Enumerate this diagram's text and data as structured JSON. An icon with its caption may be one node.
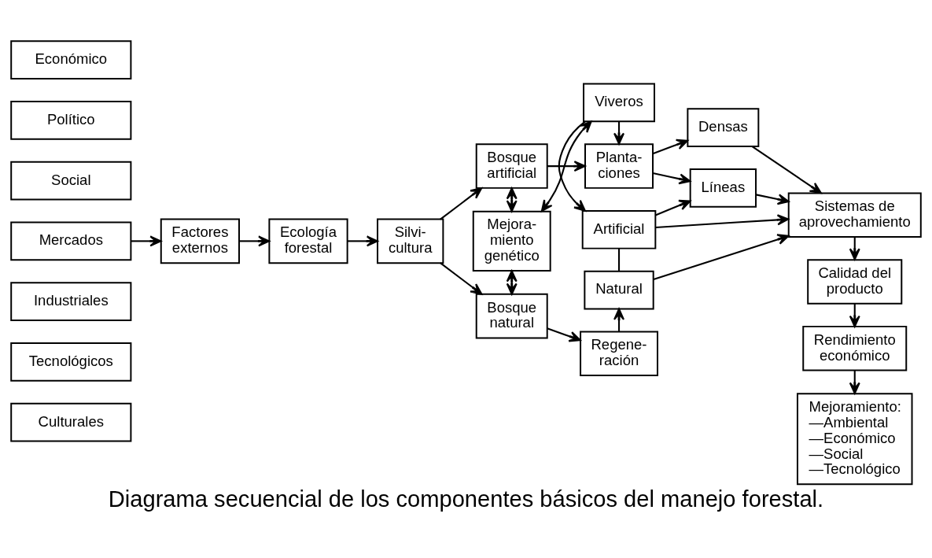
{
  "diagram": {
    "caption": "Diagrama secuencial de los componentes básicos del manejo forestal.",
    "nodes": [
      {
        "text": [
          "Económico"
        ]
      },
      {
        "text": [
          "Político"
        ]
      },
      {
        "text": [
          "Social"
        ]
      },
      {
        "text": [
          "Mercados"
        ]
      },
      {
        "text": [
          "Industriales"
        ]
      },
      {
        "text": [
          "Tecnológicos"
        ]
      },
      {
        "text": [
          "Culturales"
        ]
      },
      {
        "text": [
          "Factores externos"
        ]
      },
      {
        "text": [
          "Ecología forestal"
        ]
      },
      {
        "text": [
          "Silvi- cultura"
        ]
      },
      {
        "text": [
          "Bosque artificial"
        ]
      },
      {
        "text": [
          "Mejora- miento genético"
        ]
      },
      {
        "text": [
          "Bosque natural"
        ]
      },
      {
        "text": [
          "Planta- ciones"
        ]
      },
      {
        "text": [
          "Viveros"
        ]
      },
      {
        "text": [
          "Artificial"
        ]
      },
      {
        "text": [
          "Natural"
        ]
      },
      {
        "text": [
          "Regene- ración"
        ]
      },
      {
        "text": [
          "Densas"
        ]
      },
      {
        "text": [
          "Líneas"
        ]
      },
      {
        "text": [
          "Sistemas de aprovechamiento"
        ]
      },
      {
        "text": [
          "Calidad del producto"
        ]
      },
      {
        "text": [
          "Rendimiento económico"
        ]
      },
      {
        "text": [
          "Mejoramiento:",
          "—Ambiental",
          "—Económico",
          "—Social",
          "—Tecnológico"
        ]
      }
    ],
    "edges": [
      {
        "from": 3,
        "to": 7,
        "arrow": "to"
      },
      {
        "from": 7,
        "to": 8,
        "arrow": "to"
      },
      {
        "from": 8,
        "to": 9,
        "arrow": "to"
      },
      {
        "from": 9,
        "to": 10,
        "arrow": "to"
      },
      {
        "from": 9,
        "to": 12,
        "arrow": "to"
      },
      {
        "from": 10,
        "to": 11,
        "arrow": "both"
      },
      {
        "from": 11,
        "to": 12,
        "arrow": "both"
      },
      {
        "from": 10,
        "to": 13,
        "arrow": "to"
      },
      {
        "from": 11,
        "to": 14,
        "arrow": "both"
      },
      {
        "from": 14,
        "to": 13,
        "arrow": "to"
      },
      {
        "from": 14,
        "to": 15,
        "arrow": "to"
      },
      {
        "from": 12,
        "to": 17,
        "arrow": "to"
      },
      {
        "from": 17,
        "to": 16,
        "arrow": "to"
      },
      {
        "from": 15,
        "to": 16,
        "arrow": "none"
      },
      {
        "from": 13,
        "to": 18,
        "arrow": "to"
      },
      {
        "from": 13,
        "to": 19,
        "arrow": "to"
      },
      {
        "from": 15,
        "to": 19,
        "arrow": "to"
      },
      {
        "from": 15,
        "to": 20,
        "arrow": "to"
      },
      {
        "from": 16,
        "to": 20,
        "arrow": "to"
      },
      {
        "from": 18,
        "to": 20,
        "arrow": "to"
      },
      {
        "from": 19,
        "to": 20,
        "arrow": "to"
      },
      {
        "from": 20,
        "to": 21,
        "arrow": "to"
      },
      {
        "from": 21,
        "to": 22,
        "arrow": "to"
      },
      {
        "from": 22,
        "to": 23,
        "arrow": "to"
      }
    ]
  }
}
